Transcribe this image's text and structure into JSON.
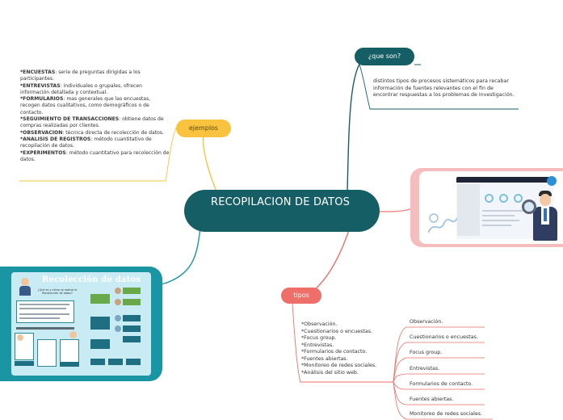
{
  "central": {
    "title": "RECOPILACION DE DATOS"
  },
  "que_son": {
    "label": "¿que son?",
    "text": "distintos tipos de procesos sistemáticos para recabar información de fuentes relevantes con el fin de encontrar respuestas a los problemas de investigación."
  },
  "ejemplos": {
    "label": "ejemplos",
    "items": [
      {
        "term": "*ENCUESTAS",
        "desc": ": serie de preguntas dirigidas a los participantes."
      },
      {
        "term": "*ENTREVISTAS",
        "desc": ": individuales o grupales, ofrecen información detallada y contextual."
      },
      {
        "term": "*FORMULARIOS",
        "desc": ": mas generales que las encuestas, recogen datos cualitativos, como demográficos o de contacto."
      },
      {
        "term": "*SEGUIMIENTO DE TRANSACCIONES",
        "desc": ": obtiene datos de compras realizadas por clientes."
      },
      {
        "term": "*OBSERVACION",
        "desc": ": técnica directa de recolección de datos."
      },
      {
        "term": "*ANALISIS DE REGISTROS",
        "desc": ": método cuantitativo de recopilación de datos."
      },
      {
        "term": "*EXPERIMENTOS",
        "desc": ": método cuantitativo para recolección de datos."
      }
    ]
  },
  "tipos": {
    "label": "tipos",
    "list": [
      "*Observación.",
      "*Cuestionarios o encuestas.",
      "*Focus group.",
      "*Entrevistas.",
      "*Formularios de contacto.",
      "*Fuentes abiertas.",
      "*Monitoreo de redes sociales.",
      "*Análisis del sitio web."
    ],
    "branches": [
      "Observación.",
      "Cuestionarios o encuestas.",
      "Focus group.",
      "Entrevistas.",
      "Formularios de contacto.",
      "Fuentes abiertas.",
      "Monitoreo de redes sociales."
    ]
  },
  "left_image": {
    "title": "Recolección de datos",
    "subtitle": "¿Qué es y cómo se realiza la Recolección de datos?"
  },
  "colors": {
    "central": "#165e66",
    "que_son": "#165e66",
    "ejemplos": "#f9c33f",
    "tipos": "#ee6f6a",
    "image_right_frame": "#f5bdbd",
    "image_left_frame": "#1a95a4"
  }
}
